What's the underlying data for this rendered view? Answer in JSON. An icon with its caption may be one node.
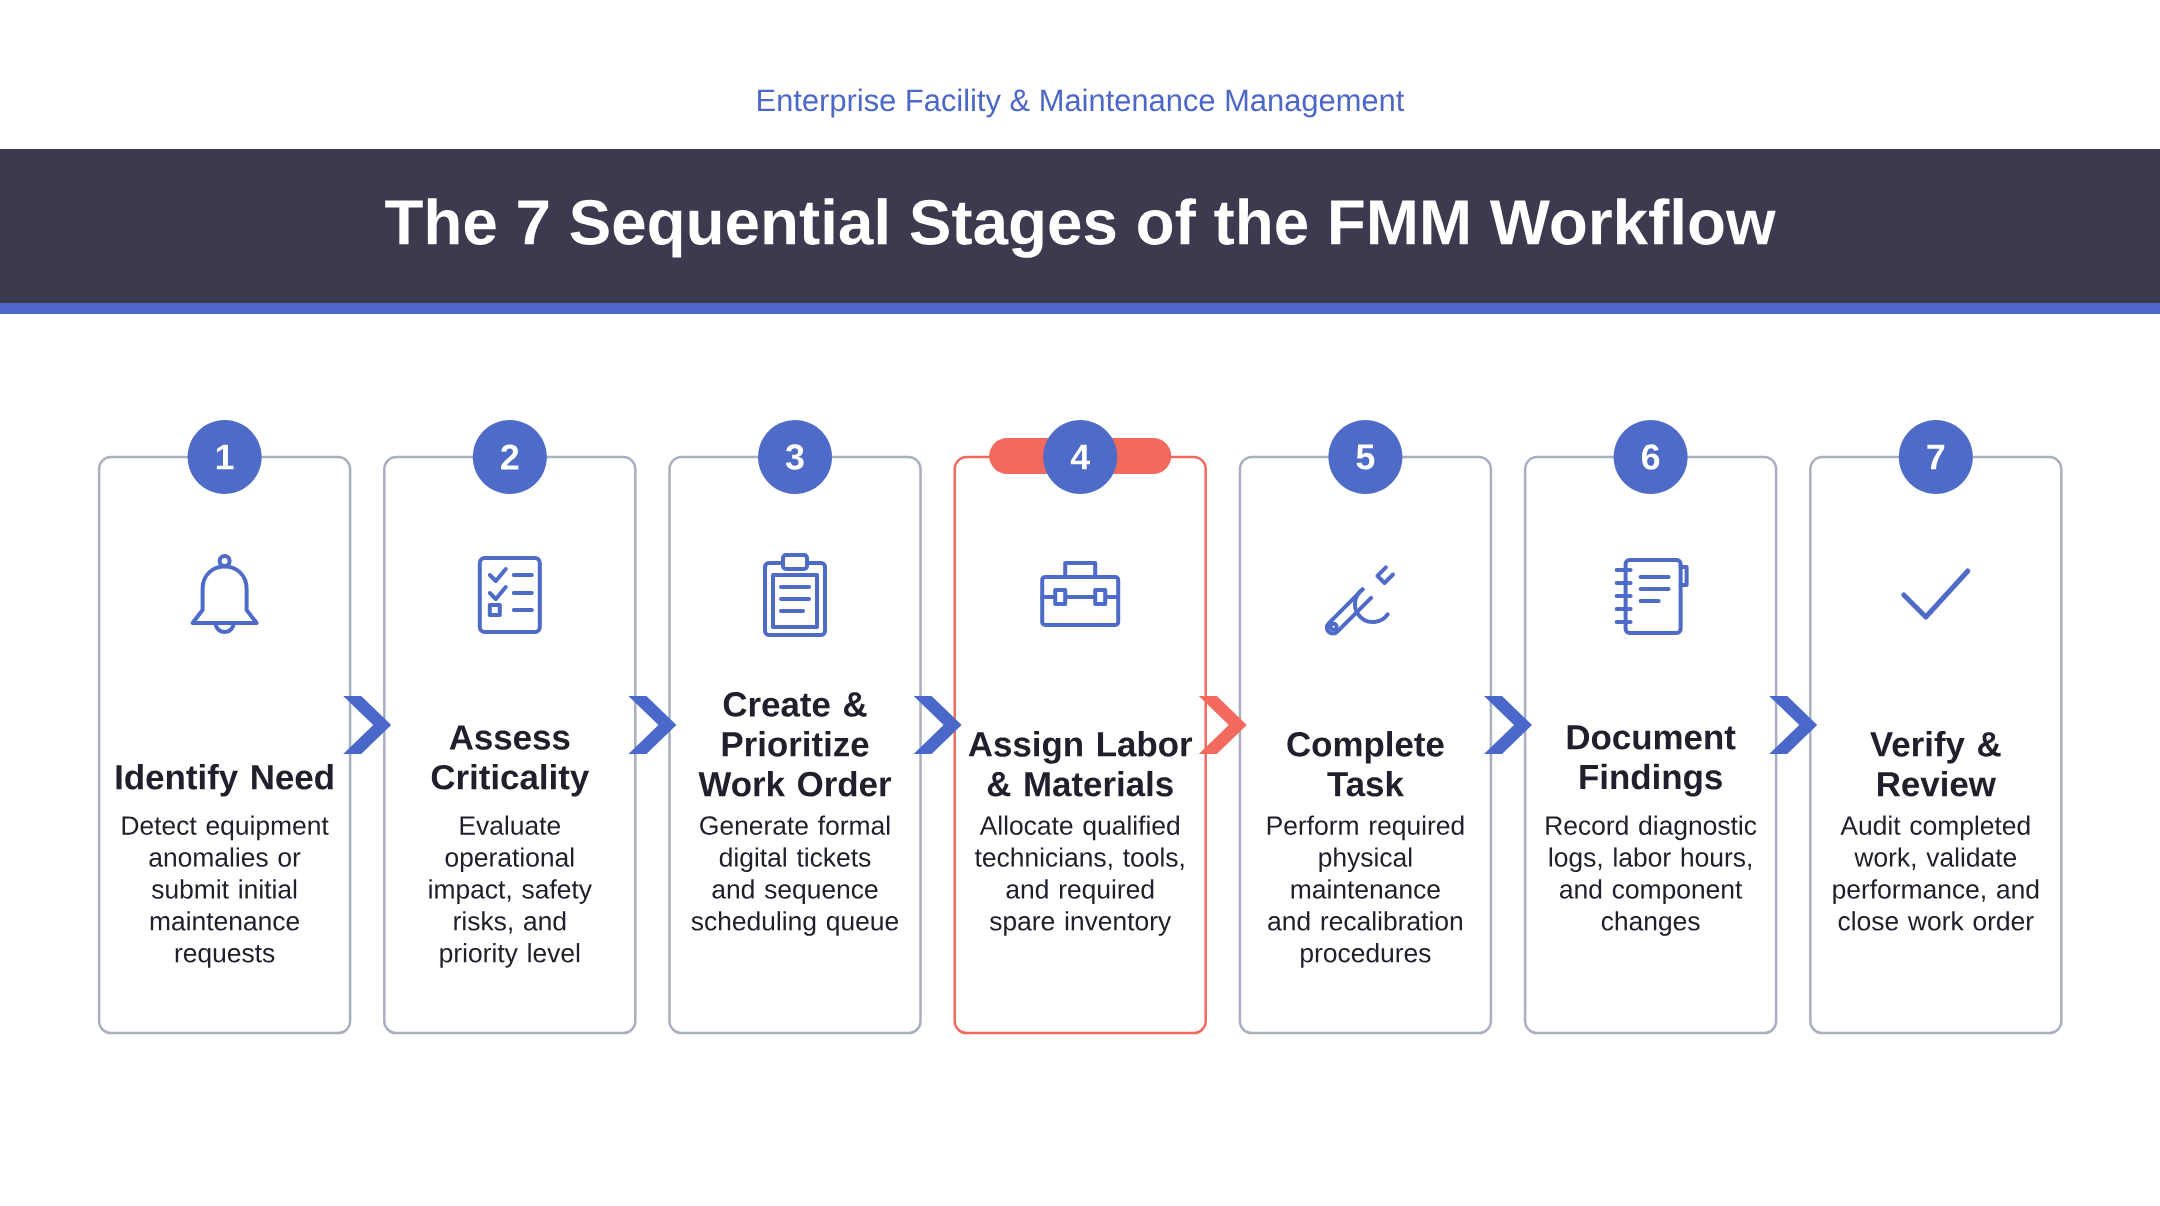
{
  "diagram": {
    "title": "The 7 Sequential Stages of the FMM Workflow",
    "labels": [
      "Enterprise Facility & Maintenance Management"
    ],
    "nodes": [
      {
        "text": [
          "1",
          "Identify Need",
          "Detect equipment anomalies or submit initial maintenance requests"
        ]
      },
      {
        "text": [
          "2",
          "Assess Criticality",
          "Evaluate operational impact, safety risks, and priority level"
        ]
      },
      {
        "text": [
          "3",
          "Create & Prioritize Work Order",
          "Generate formal digital tickets and sequence scheduling queue"
        ]
      },
      {
        "text": [
          "4",
          "Assign Labor & Materials",
          "Allocate qualified technicians, tools, and required spare inventory"
        ]
      },
      {
        "text": [
          "5",
          "Complete Task",
          "Perform required physical maintenance and recalibration procedures"
        ]
      },
      {
        "text": [
          "6",
          "Document Findings",
          "Record diagnostic logs, labor hours, and component changes"
        ]
      },
      {
        "text": [
          "7",
          "Verify & Review",
          "Audit completed work, validate performance, and close work order"
        ]
      }
    ],
    "edges": [
      {
        "from": 0,
        "to": 1,
        "arrow": "to"
      },
      {
        "from": 1,
        "to": 2,
        "arrow": "to"
      },
      {
        "from": 2,
        "to": 3,
        "arrow": "to"
      },
      {
        "from": 3,
        "to": 4,
        "arrow": "to",
        "color": "#f26a5e"
      },
      {
        "from": 4,
        "to": 5,
        "arrow": "to"
      },
      {
        "from": 5,
        "to": 6,
        "arrow": "to"
      }
    ]
  }
}
